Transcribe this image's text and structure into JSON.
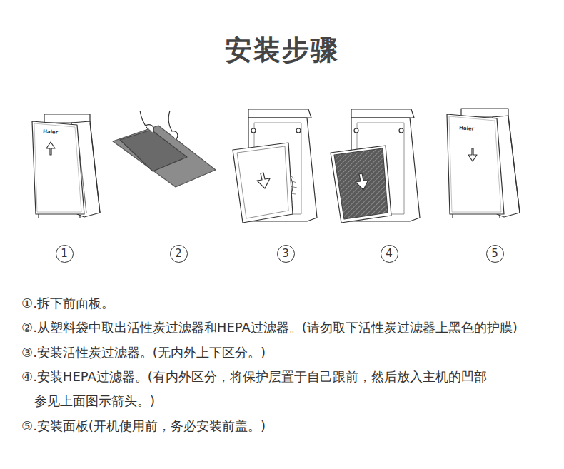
{
  "diagram": {
    "title": "安装步骤",
    "nodes": [
      {
        "text": [
          "1"
        ]
      },
      {
        "text": [
          "2"
        ]
      },
      {
        "text": [
          "3"
        ]
      },
      {
        "text": [
          "4"
        ]
      },
      {
        "text": [
          "5"
        ]
      }
    ],
    "labels": [
      "Haier",
      "Haier",
      "①.拆下前面板。",
      "②.从塑料袋中取出活性炭过滤器和HEPA过滤器。(请勿取下活性炭过滤器上黑色的护膜)",
      "③.安装活性炭过滤器。(无内外上下区分。)",
      "④.安装HEPA过滤器。(有内外区分，将保护层置于自己跟前，然后放入主机的凹部 参见上面图示箭头。)",
      "⑤.安装面板(开机使用前，务必安装前盖。)"
    ]
  }
}
